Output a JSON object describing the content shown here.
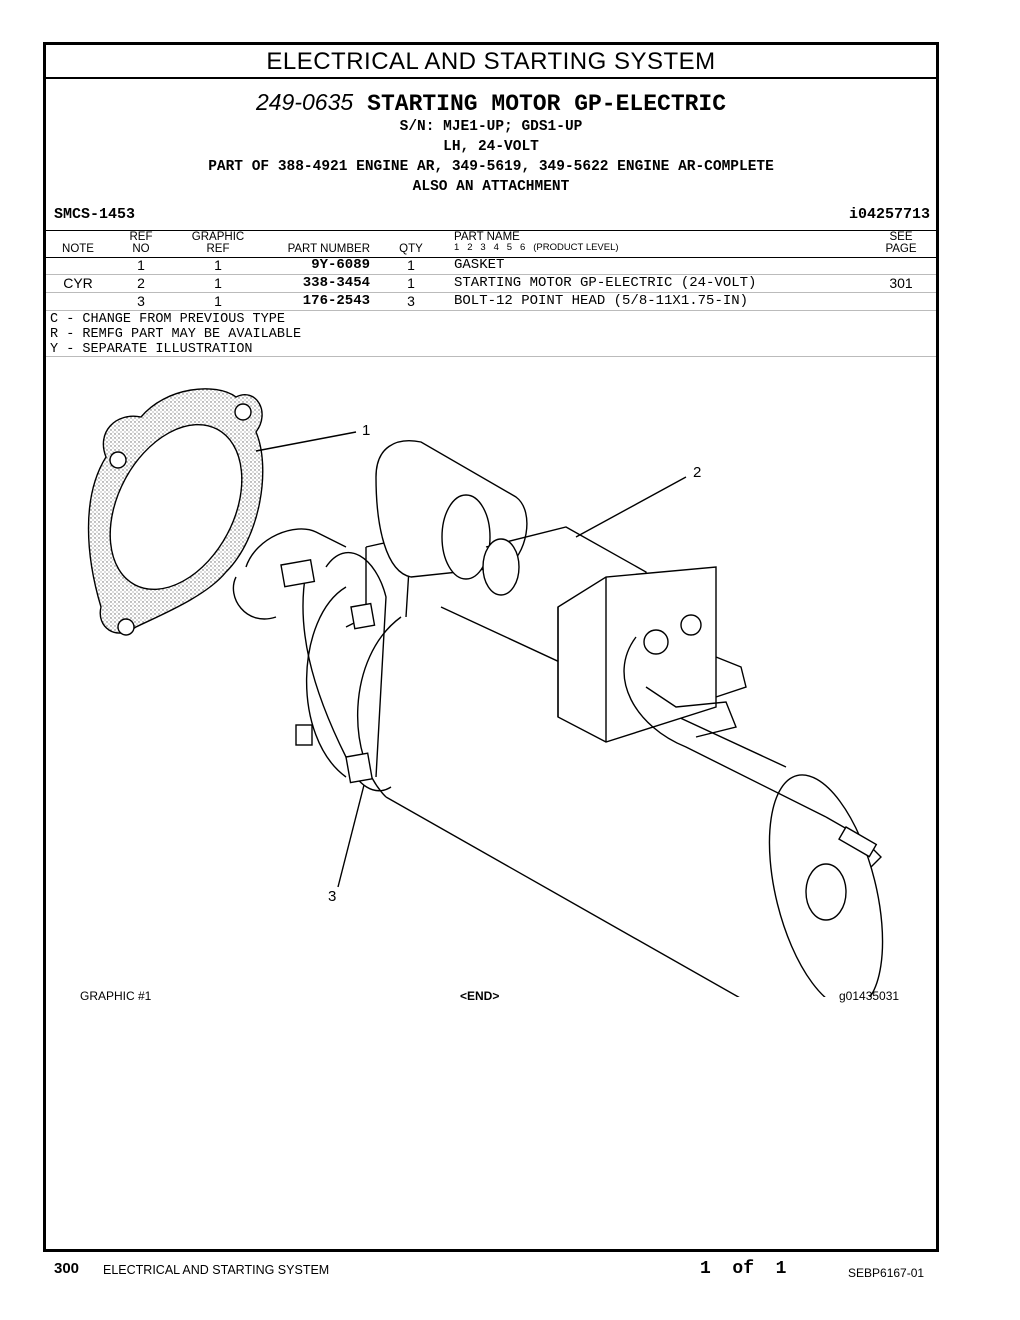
{
  "header": {
    "section_title": "ELECTRICAL AND STARTING SYSTEM",
    "group_part_number": "249-0635",
    "group_name": "STARTING MOTOR GP-ELECTRIC",
    "serial_numbers": "S/N: MJE1-UP; GDS1-UP",
    "spec": "LH, 24-VOLT",
    "part_of": "PART OF 388-4921 ENGINE AR, 349-5619, 349-5622 ENGINE AR-COMPLETE",
    "also": "ALSO AN ATTACHMENT",
    "smcs": "SMCS-1453",
    "illustration_id": "i04257713"
  },
  "table": {
    "col_note": "NOTE",
    "col_ref_1": "REF",
    "col_ref_2": "NO",
    "col_graphic_1": "GRAPHIC",
    "col_graphic_2": "REF",
    "col_part_number": "PART NUMBER",
    "col_qty": "QTY",
    "col_part_name": "PART NAME",
    "col_levels": "1   2   3   4   5   6   (PRODUCT LEVEL)",
    "col_see_1": "SEE",
    "col_see_2": "PAGE",
    "rows": [
      {
        "note": "",
        "ref": "1",
        "graphic": "1",
        "part_number": "9Y-6089",
        "qty": "1",
        "name": "GASKET",
        "see": ""
      },
      {
        "note": "CYR",
        "ref": "2",
        "graphic": "1",
        "part_number": "338-3454",
        "qty": "1",
        "name": "STARTING MOTOR GP-ELECTRIC (24-VOLT)",
        "see": "301"
      },
      {
        "note": "",
        "ref": "3",
        "graphic": "1",
        "part_number": "176-2543",
        "qty": "3",
        "name": "BOLT-12 POINT HEAD (5/8-11X1.75-IN)",
        "see": ""
      }
    ]
  },
  "legend": [
    "C - CHANGE FROM PREVIOUS TYPE",
    "R - REMFG PART MAY BE AVAILABLE",
    "Y - SEPARATE ILLUSTRATION"
  ],
  "illustration": {
    "callouts": [
      "1",
      "2",
      "3"
    ],
    "graphic_label": "GRAPHIC #1",
    "end_label": "<END>",
    "graphic_id": "g01435031"
  },
  "footer": {
    "page_number": "300",
    "section": "ELECTRICAL AND STARTING SYSTEM",
    "page_of": "1  of  1",
    "doc_id": "SEBP6167-01"
  }
}
